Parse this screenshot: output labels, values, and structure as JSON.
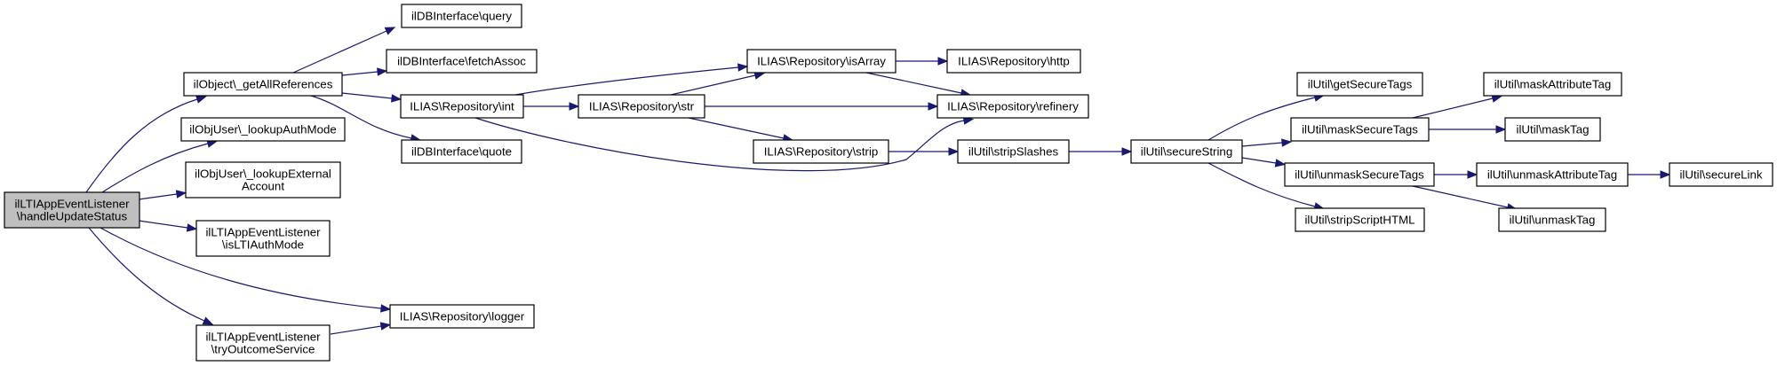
{
  "graph": {
    "type": "call-graph",
    "root": "handleUpdateStatus",
    "nodes": [
      {
        "id": "handleUpdateStatus",
        "lines": [
          "ilLTIAppEventListener",
          "\\handleUpdateStatus"
        ],
        "highlighted": true
      },
      {
        "id": "getAllReferences",
        "lines": [
          "ilObject\\_getAllReferences"
        ]
      },
      {
        "id": "lookupAuthMode",
        "lines": [
          "ilObjUser\\_lookupAuthMode"
        ]
      },
      {
        "id": "lookupExternalAccount",
        "lines": [
          "ilObjUser\\_lookupExternal",
          "Account"
        ]
      },
      {
        "id": "isLTIAuthMode",
        "lines": [
          "ilLTIAppEventListener",
          "\\isLTIAuthMode"
        ]
      },
      {
        "id": "tryOutcomeService",
        "lines": [
          "ilLTIAppEventListener",
          "\\tryOutcomeService"
        ]
      },
      {
        "id": "logger",
        "lines": [
          "ILIAS\\Repository\\logger"
        ]
      },
      {
        "id": "query",
        "lines": [
          "ilDBInterface\\query"
        ]
      },
      {
        "id": "fetchAssoc",
        "lines": [
          "ilDBInterface\\fetchAssoc"
        ]
      },
      {
        "id": "int",
        "lines": [
          "ILIAS\\Repository\\int"
        ]
      },
      {
        "id": "quote",
        "lines": [
          "ilDBInterface\\quote"
        ]
      },
      {
        "id": "str",
        "lines": [
          "ILIAS\\Repository\\str"
        ]
      },
      {
        "id": "isArray",
        "lines": [
          "ILIAS\\Repository\\isArray"
        ]
      },
      {
        "id": "http",
        "lines": [
          "ILIAS\\Repository\\http"
        ]
      },
      {
        "id": "refinery",
        "lines": [
          "ILIAS\\Repository\\refinery"
        ]
      },
      {
        "id": "strip",
        "lines": [
          "ILIAS\\Repository\\strip"
        ]
      },
      {
        "id": "stripSlashes",
        "lines": [
          "ilUtil\\stripSlashes"
        ]
      },
      {
        "id": "secureString",
        "lines": [
          "ilUtil\\secureString"
        ]
      },
      {
        "id": "getSecureTags",
        "lines": [
          "ilUtil\\getSecureTags"
        ]
      },
      {
        "id": "maskSecureTags",
        "lines": [
          "ilUtil\\maskSecureTags"
        ]
      },
      {
        "id": "unmaskSecureTags",
        "lines": [
          "ilUtil\\unmaskSecureTags"
        ]
      },
      {
        "id": "stripScriptHTML",
        "lines": [
          "ilUtil\\stripScriptHTML"
        ]
      },
      {
        "id": "maskAttributeTag",
        "lines": [
          "ilUtil\\maskAttributeTag"
        ]
      },
      {
        "id": "maskTag",
        "lines": [
          "ilUtil\\maskTag"
        ]
      },
      {
        "id": "unmaskAttributeTag",
        "lines": [
          "ilUtil\\unmaskAttributeTag"
        ]
      },
      {
        "id": "unmaskTag",
        "lines": [
          "ilUtil\\unmaskTag"
        ]
      },
      {
        "id": "secureLink",
        "lines": [
          "ilUtil\\secureLink"
        ]
      }
    ],
    "edges": [
      {
        "from": "handleUpdateStatus",
        "to": "getAllReferences"
      },
      {
        "from": "handleUpdateStatus",
        "to": "lookupAuthMode"
      },
      {
        "from": "handleUpdateStatus",
        "to": "lookupExternalAccount"
      },
      {
        "from": "handleUpdateStatus",
        "to": "isLTIAuthMode"
      },
      {
        "from": "handleUpdateStatus",
        "to": "logger"
      },
      {
        "from": "handleUpdateStatus",
        "to": "tryOutcomeService"
      },
      {
        "from": "tryOutcomeService",
        "to": "logger"
      },
      {
        "from": "getAllReferences",
        "to": "query"
      },
      {
        "from": "getAllReferences",
        "to": "fetchAssoc"
      },
      {
        "from": "getAllReferences",
        "to": "int"
      },
      {
        "from": "getAllReferences",
        "to": "quote"
      },
      {
        "from": "int",
        "to": "isArray"
      },
      {
        "from": "int",
        "to": "str"
      },
      {
        "from": "int",
        "to": "refinery"
      },
      {
        "from": "str",
        "to": "isArray"
      },
      {
        "from": "str",
        "to": "refinery"
      },
      {
        "from": "str",
        "to": "strip"
      },
      {
        "from": "isArray",
        "to": "http"
      },
      {
        "from": "isArray",
        "to": "refinery"
      },
      {
        "from": "strip",
        "to": "stripSlashes"
      },
      {
        "from": "stripSlashes",
        "to": "secureString"
      },
      {
        "from": "secureString",
        "to": "getSecureTags"
      },
      {
        "from": "secureString",
        "to": "maskSecureTags"
      },
      {
        "from": "secureString",
        "to": "unmaskSecureTags"
      },
      {
        "from": "secureString",
        "to": "stripScriptHTML"
      },
      {
        "from": "maskSecureTags",
        "to": "maskAttributeTag"
      },
      {
        "from": "maskSecureTags",
        "to": "maskTag"
      },
      {
        "from": "unmaskSecureTags",
        "to": "unmaskAttributeTag"
      },
      {
        "from": "unmaskSecureTags",
        "to": "unmaskTag"
      },
      {
        "from": "unmaskAttributeTag",
        "to": "secureLink"
      }
    ]
  },
  "colors": {
    "edge": "#191970",
    "root_fill": "#bfbfbf",
    "node_fill": "#ffffff",
    "node_border": "#000000"
  }
}
